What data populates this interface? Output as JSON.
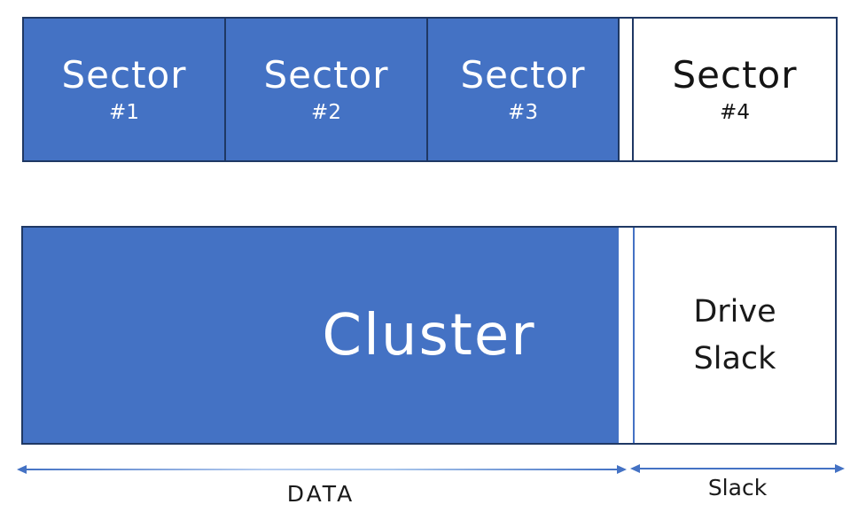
{
  "diagram": {
    "sectors": [
      {
        "name": "Sector",
        "number": "#1"
      },
      {
        "name": "Sector",
        "number": "#2"
      },
      {
        "name": "Sector",
        "number": "#3"
      },
      {
        "name": "Sector",
        "number": "#4"
      }
    ],
    "cluster": {
      "label": "Cluster"
    },
    "drive_slack": {
      "label": "Drive\nSlack"
    },
    "spans": {
      "data": "DATA",
      "slack": "Slack"
    },
    "colors": {
      "fill_blue": "#4472C4",
      "border_navy": "#1F3864",
      "arrow_blue": "#4472C4",
      "arrow_light_blue": "#B6CDF0",
      "text_on_blue": "#FFFFFF",
      "text_on_white": "#1A1A1A"
    }
  }
}
